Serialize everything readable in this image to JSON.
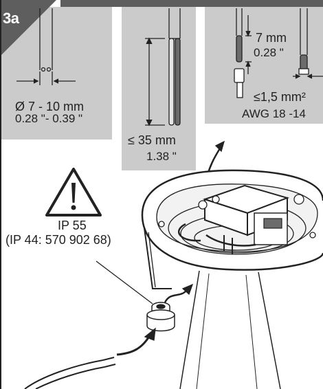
{
  "step": {
    "badge": "3a"
  },
  "cable": {
    "diameter_mm": "Ø 7 - 10 mm",
    "diameter_in": "0.28 \"- 0.39 \""
  },
  "wire_length": {
    "mm": "≤ 35 mm",
    "in": "1.38 \""
  },
  "strip_length": {
    "mm": "7 mm",
    "in": "0.28 \""
  },
  "cross_section": {
    "mm2": "≤1,5 mm²",
    "awg": "AWG 18 -14"
  },
  "protection": {
    "rating": "IP 55",
    "alternative": "(IP 44: 570 902 68)"
  },
  "icons": [
    "warning-triangle-icon",
    "curved-arrow-icon"
  ],
  "colors": {
    "panel": "#cbcbcb",
    "badge": "#5e5e5e",
    "line": "#222222"
  }
}
